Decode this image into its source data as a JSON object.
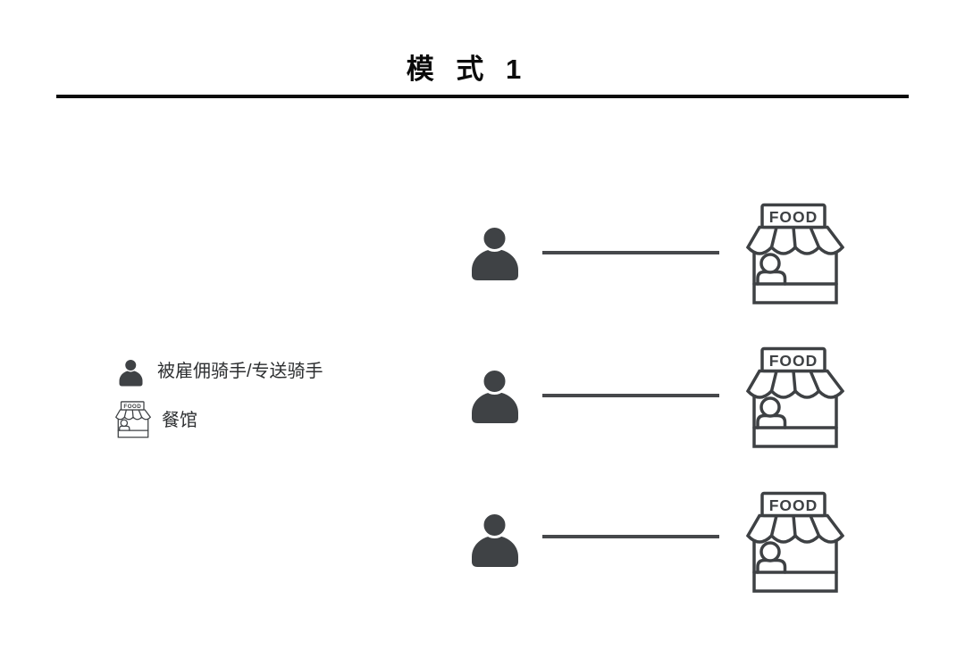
{
  "title": "模 式 1",
  "legend": {
    "items": [
      {
        "icon": "rider-icon",
        "label": "被雇佣骑手/专送骑手"
      },
      {
        "icon": "restaurant-icon",
        "label": "餐馆"
      }
    ]
  },
  "store_sign": "FOOD",
  "diagram": {
    "rows": [
      {
        "left": "被雇佣骑手/专送骑手",
        "connector": "line",
        "right": "餐馆"
      },
      {
        "left": "被雇佣骑手/专送骑手",
        "connector": "line",
        "right": "餐馆"
      },
      {
        "left": "被雇佣骑手/专送骑手",
        "connector": "line",
        "right": "餐馆"
      }
    ]
  },
  "colors": {
    "ink": "#3e4144",
    "rider_fill": "#3f4245",
    "connector": "#46484b",
    "title": "#0b0b0b"
  }
}
